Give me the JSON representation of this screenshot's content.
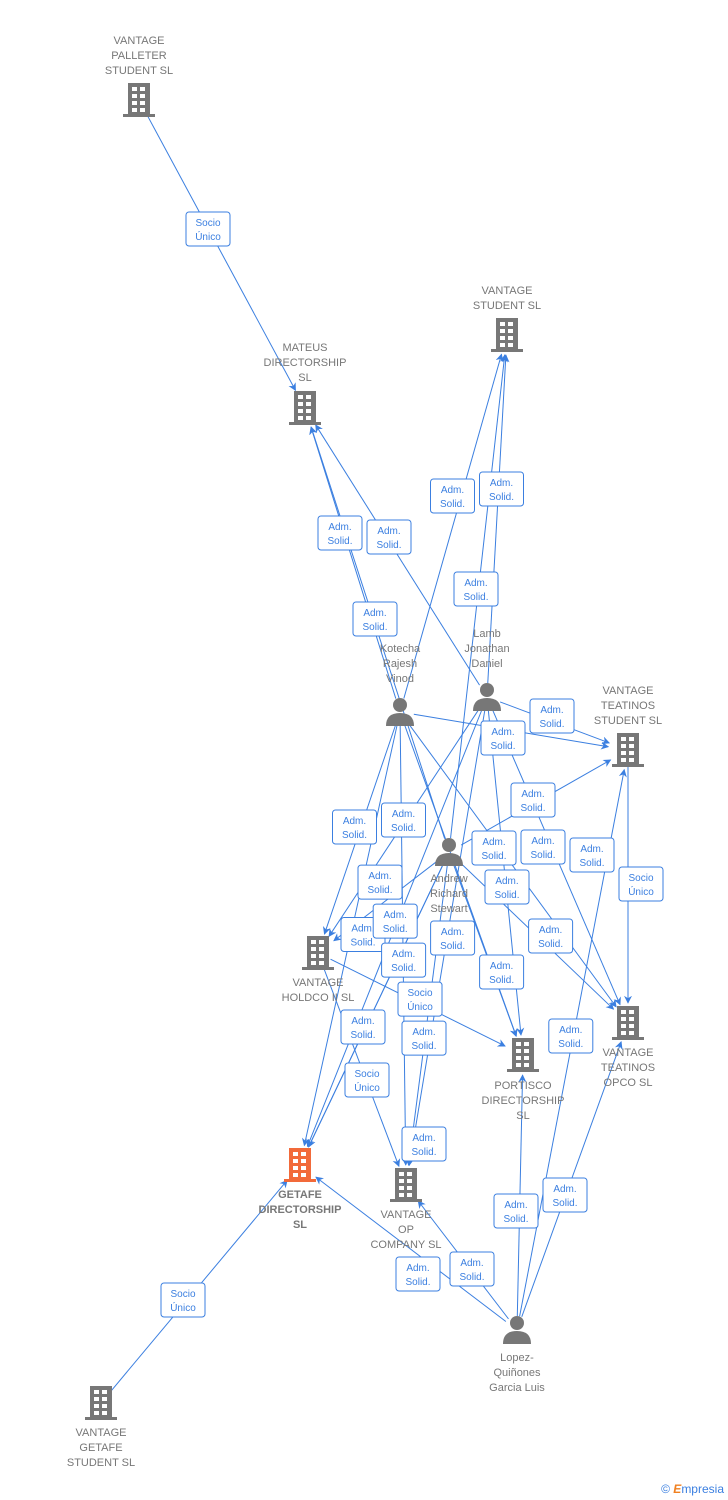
{
  "colors": {
    "edge": "#3b7fe0",
    "node": "#777777",
    "focus": "#f26a3a"
  },
  "nodes": [
    {
      "id": "palleter",
      "type": "company",
      "lines": [
        "VANTAGE",
        "PALLETER",
        "STUDENT  SL"
      ]
    },
    {
      "id": "mateus",
      "type": "company",
      "lines": [
        "MATEUS",
        "DIRECTORSHIP",
        "SL"
      ]
    },
    {
      "id": "vstudent",
      "type": "company",
      "lines": [
        "VANTAGE",
        "STUDENT  SL"
      ]
    },
    {
      "id": "kotecha",
      "type": "person",
      "lines": [
        "Kotecha",
        "Rajesh",
        "Vinod"
      ]
    },
    {
      "id": "lamb",
      "type": "person",
      "lines": [
        "Lamb",
        "Jonathan",
        "Daniel"
      ]
    },
    {
      "id": "tstudent",
      "type": "company",
      "lines": [
        "VANTAGE",
        "TEATINOS",
        "STUDENT  SL"
      ]
    },
    {
      "id": "andrew",
      "type": "person",
      "lines": [
        "Andrew",
        "Richard",
        "Stewart"
      ]
    },
    {
      "id": "holdco",
      "type": "company",
      "lines": [
        "VANTAGE",
        "HOLDCO II  SL"
      ]
    },
    {
      "id": "topco",
      "type": "company",
      "lines": [
        "VANTAGE",
        "TEATINOS",
        "OPCO  SL"
      ]
    },
    {
      "id": "portisco",
      "type": "company",
      "lines": [
        "PORTISCO",
        "DIRECTORSHIP",
        "SL"
      ]
    },
    {
      "id": "getafe",
      "type": "company",
      "focus": true,
      "lines": [
        "GETAFE",
        "DIRECTORSHIP",
        "SL"
      ]
    },
    {
      "id": "opco",
      "type": "company",
      "lines": [
        "VANTAGE",
        "OP",
        "COMPANY SL"
      ]
    },
    {
      "id": "lopez",
      "type": "person",
      "lines": [
        "Lopez-",
        "Quiñones",
        "Garcia Luis"
      ]
    },
    {
      "id": "gstudent",
      "type": "company",
      "lines": [
        "VANTAGE",
        "GETAFE",
        "STUDENT  SL"
      ]
    }
  ],
  "edges": [
    {
      "from": "palleter",
      "to": "mateus",
      "label": [
        "Socio",
        "Único"
      ]
    },
    {
      "from": "gstudent",
      "to": "getafe",
      "label": [
        "Socio",
        "Único"
      ]
    },
    {
      "from": "kotecha",
      "to": "mateus",
      "label": [
        "Adm.",
        "Solid."
      ]
    },
    {
      "from": "lamb",
      "to": "mateus",
      "label": [
        "Adm.",
        "Solid."
      ]
    },
    {
      "from": "andrew",
      "to": "mateus",
      "label": [
        "Adm.",
        "Solid."
      ]
    },
    {
      "from": "kotecha",
      "to": "vstudent",
      "label": [
        "Adm.",
        "Solid."
      ]
    },
    {
      "from": "lamb",
      "to": "vstudent",
      "label": [
        "Adm.",
        "Solid."
      ]
    },
    {
      "from": "andrew",
      "to": "vstudent",
      "label": [
        "Adm.",
        "Solid."
      ]
    },
    {
      "from": "lamb",
      "to": "tstudent",
      "label": [
        "Adm.",
        "Solid."
      ]
    },
    {
      "from": "kotecha",
      "to": "tstudent",
      "label": [
        "Adm.",
        "Solid."
      ]
    },
    {
      "from": "andrew",
      "to": "tstudent",
      "label": [
        "Adm.",
        "Solid."
      ]
    },
    {
      "from": "kotecha",
      "to": "holdco",
      "label": [
        "Adm.",
        "Solid."
      ]
    },
    {
      "from": "lamb",
      "to": "holdco",
      "label": [
        "Adm.",
        "Solid."
      ]
    },
    {
      "from": "kotecha",
      "to": "getafe",
      "label": [
        "Adm.",
        "Solid."
      ]
    },
    {
      "from": "lamb",
      "to": "getafe",
      "label": [
        "Adm.",
        "Solid."
      ]
    },
    {
      "from": "andrew",
      "to": "holdco",
      "label": [
        "Adm.",
        "Solid."
      ]
    },
    {
      "from": "kotecha",
      "to": "portisco",
      "label": [
        "Adm.",
        "Solid."
      ]
    },
    {
      "from": "andrew",
      "to": "portisco",
      "label": [
        "Adm.",
        "Solid."
      ]
    },
    {
      "from": "kotecha",
      "to": "topco",
      "label": [
        "Adm.",
        "Solid."
      ]
    },
    {
      "from": "lamb",
      "to": "portisco",
      "label": [
        "Adm.",
        "Solid."
      ]
    },
    {
      "from": "lamb",
      "to": "topco",
      "label": [
        "Adm.",
        "Solid."
      ]
    },
    {
      "from": "andrew",
      "to": "getafe",
      "label": [
        "Adm.",
        "Solid."
      ]
    },
    {
      "from": "andrew",
      "to": "topco",
      "label": [
        "Adm.",
        "Solid."
      ]
    },
    {
      "from": "lamb",
      "to": "opco",
      "label": [
        "Adm.",
        "Solid."
      ]
    },
    {
      "from": "holdco",
      "to": "portisco",
      "label": [
        "Socio",
        "Único"
      ]
    },
    {
      "from": "kotecha",
      "to": "opco",
      "label": [
        "Adm.",
        "Solid."
      ]
    },
    {
      "from": "andrew",
      "to": "getafe",
      "label": [
        "Adm.",
        "Solid."
      ]
    },
    {
      "from": "holdco",
      "to": "opco",
      "label": [
        "Socio",
        "Único"
      ]
    },
    {
      "from": "tstudent",
      "to": "topco",
      "label": [
        "Socio",
        "Único"
      ]
    },
    {
      "from": "lopez",
      "to": "tstudent",
      "label": [
        "Adm.",
        "Solid."
      ]
    },
    {
      "from": "andrew",
      "to": "opco",
      "label": [
        "Adm.",
        "Solid."
      ]
    },
    {
      "from": "lopez",
      "to": "portisco",
      "label": [
        "Adm.",
        "Solid."
      ]
    },
    {
      "from": "lopez",
      "to": "topco",
      "label": [
        "Adm.",
        "Solid."
      ]
    },
    {
      "from": "lopez",
      "to": "getafe",
      "label": [
        "Adm.",
        "Solid."
      ]
    },
    {
      "from": "lopez",
      "to": "opco",
      "label": [
        "Adm.",
        "Solid."
      ]
    }
  ],
  "footer": {
    "copyright": "©",
    "brand_initial": "E",
    "brand_rest": "mpresia"
  }
}
